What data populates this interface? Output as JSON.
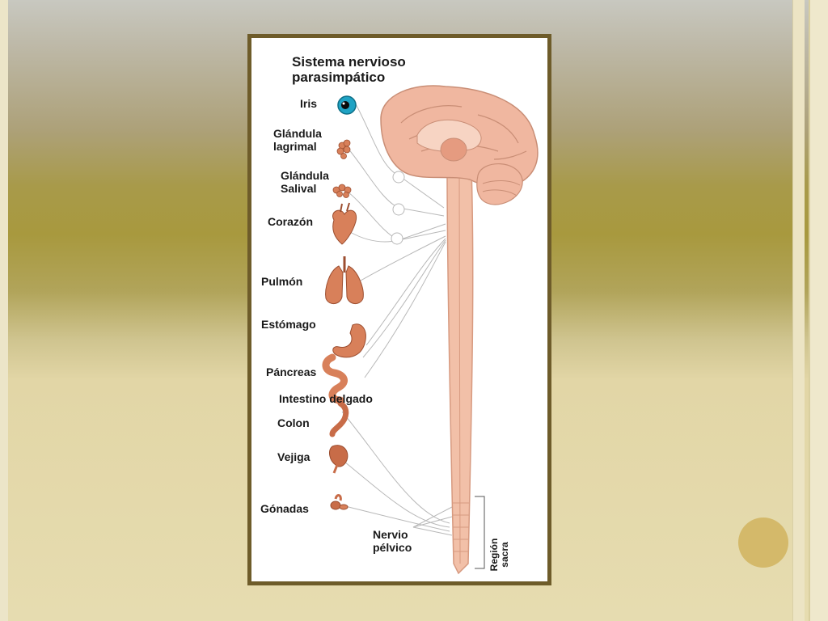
{
  "diagram": {
    "title": "Sistema nervioso parasimpático",
    "labels": {
      "iris": "Iris",
      "lacrimal": "Glándula lagrimal",
      "salivary": "Glándula Salival",
      "heart": "Corazón",
      "lung": "Pulmón",
      "stomach": "Estómago",
      "pancreas": "Páncreas",
      "small_intestine": "Intestino delgado",
      "colon": "Colon",
      "bladder": "Vejiga",
      "gonads": "Gónadas",
      "pelvic_nerve": "Nervio pélvico",
      "sacral_region": "Región sacra"
    },
    "colors": {
      "organ": "#d8805a",
      "brain": "#f0b7a0",
      "spine": "#f2c0a8",
      "frame": "#6e5c2a",
      "iris": "#1fa3c4"
    }
  }
}
